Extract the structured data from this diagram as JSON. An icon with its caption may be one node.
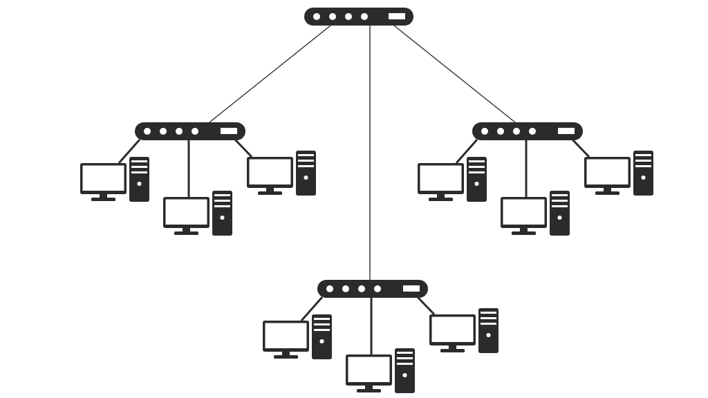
{
  "diagram": {
    "nodes": [
      {
        "text": [],
        "shape": "bar"
      },
      {
        "text": [],
        "shape": "bar"
      },
      {
        "text": [],
        "shape": "bar"
      },
      {
        "text": [],
        "shape": "picture"
      },
      {
        "text": [],
        "shape": "picture"
      },
      {
        "text": [],
        "shape": "picture"
      },
      {
        "text": [],
        "shape": "picture"
      },
      {
        "text": [],
        "shape": "picture"
      },
      {
        "text": [],
        "shape": "picture"
      },
      {
        "text": [],
        "shape": "bar"
      },
      {
        "text": [],
        "shape": "picture"
      },
      {
        "text": [],
        "shape": "picture"
      },
      {
        "text": [],
        "shape": "picture"
      }
    ],
    "edges": [
      {
        "from": 0,
        "to": 1,
        "arrow": "none"
      },
      {
        "from": 0,
        "to": 2,
        "arrow": "none"
      },
      {
        "from": 0,
        "to": 9,
        "arrow": "none"
      },
      {
        "from": 1,
        "to": 3,
        "arrow": "none"
      },
      {
        "from": 1,
        "to": 4,
        "arrow": "none"
      },
      {
        "from": 1,
        "to": 5,
        "arrow": "none"
      },
      {
        "from": 2,
        "to": 6,
        "arrow": "none"
      },
      {
        "from": 2,
        "to": 7,
        "arrow": "none"
      },
      {
        "from": 2,
        "to": 8,
        "arrow": "none"
      },
      {
        "from": 9,
        "to": 10,
        "arrow": "none"
      },
      {
        "from": 9,
        "to": 11,
        "arrow": "none"
      },
      {
        "from": 9,
        "to": 12,
        "arrow": "none"
      }
    ]
  }
}
